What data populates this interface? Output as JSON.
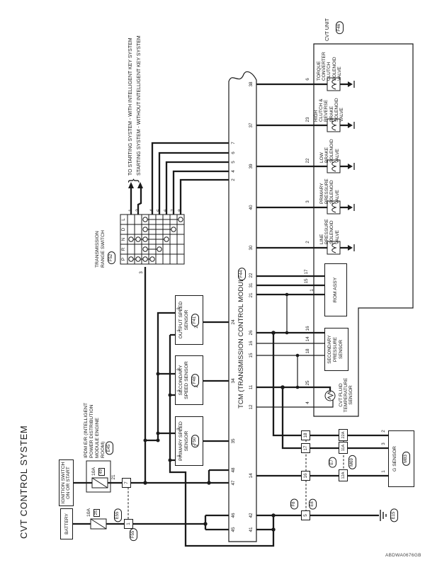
{
  "title": "CVT CONTROL SYSTEM",
  "part_number": "ABDWA0676GB",
  "power": {
    "battery": "BATTERY",
    "ignition1": "IGNITION SWITCH",
    "ignition2": "ON OR START",
    "fuse1_amp": "10A",
    "fuse1_num": "25",
    "fuse2_amp": "10A",
    "fuse2_num": "49",
    "ipdm_lines": [
      "IPDM E/R (INTELLIGENT",
      "POWER DISTRIBUTION",
      "MODULE ENGINE",
      "ROOM)"
    ],
    "e45": "E45",
    "conn1": "1",
    "conn7": "7",
    "pin21": "21",
    "e55": "E55",
    "f55": "F55"
  },
  "trs": {
    "label1": "TRANSMISSION",
    "label2": "RANGE SWITCH",
    "code": "F52",
    "positions": [
      "P",
      "R",
      "N",
      "D",
      "L"
    ],
    "right_pins": [
      "1",
      "2",
      "4",
      "5",
      "6",
      "7",
      "8"
    ],
    "pin3": "3"
  },
  "starting": {
    "brace": "}",
    "line1": "TO STARTING SYSTEM - WITH INTELLIGENT KEY SYSTEM",
    "line2": "STARTING SYSTEM - WITHOUT INTELLIGENT KEY SYSTEM"
  },
  "tcm": {
    "name": "TCM (TRANSMISSION CONTROL MODULE)",
    "code": "F44",
    "top_pins": [
      "7",
      "6",
      "5",
      "4",
      "2",
      "24",
      "34",
      "35",
      "48",
      "47",
      "46",
      "45"
    ],
    "bottom_pins": [
      "38",
      "37",
      "39",
      "40",
      "30",
      "22",
      "31",
      "21",
      "26",
      "16",
      "15",
      "11",
      "12",
      "14",
      "42",
      "41"
    ]
  },
  "speed_sensors": [
    {
      "l1": "OUTPUT SPEED",
      "l2": "SENSOR",
      "code": "F41",
      "p3": "3",
      "p1": "1",
      "p2": "2"
    },
    {
      "l1": "SECONDARY",
      "l2": "SPEED SENSOR",
      "code": "F48",
      "p3": "3",
      "p1": "1",
      "p2": "2"
    },
    {
      "l1": "PRIMARY SPEED",
      "l2": "SENSOR",
      "code": "F50",
      "p3": "3",
      "p1": "1",
      "p2": "2"
    }
  ],
  "cvt_unit": {
    "label": "CVT UNIT",
    "code": "F46",
    "solenoids": [
      {
        "pin": "6",
        "lines": [
          "TORQUE",
          "CONVERTER",
          "CLUTCH",
          "SOLENOID",
          "VALVE"
        ]
      },
      {
        "pin": "23",
        "lines": [
          "HIGH",
          "CLUTCH &",
          "REVERSE",
          "BRAKE",
          "SOLENOID",
          "VALVE"
        ]
      },
      {
        "pin": "22",
        "lines": [
          "LOW",
          "BRAKE",
          "SOLENOID",
          "VALVE"
        ]
      },
      {
        "pin": "3",
        "lines": [
          "PRIMARY",
          "PRESSURE",
          "SOLENOID",
          "VALVE"
        ]
      },
      {
        "pin": "2",
        "lines": [
          "LINE",
          "PRESSURE",
          "SOLENOID",
          "VALVE"
        ]
      }
    ],
    "rom_label": "ROM ASSY",
    "rom_pins": [
      "17",
      "15",
      "1"
    ],
    "sps_lines": [
      "SECONDARY",
      "PRESSURE",
      "SENSOR"
    ],
    "sps_pins": [
      "16",
      "14",
      "18"
    ],
    "temp_lines": [
      "CVT FLUID",
      "TEMPERATURE",
      "SENSOR"
    ],
    "temp_pins": [
      "25",
      "4"
    ]
  },
  "g_sensor": {
    "label": "G SENSOR",
    "code": "M83",
    "pins": [
      "2",
      "3",
      "1"
    ]
  },
  "connectors": {
    "row1": [
      "18",
      "17",
      "16",
      "5"
    ],
    "row2": [
      "22A",
      "11A",
      "12A"
    ],
    "f8": "F8",
    "e8": "E8",
    "e7": "E7",
    "m69": "M69",
    "e15": "E15"
  }
}
